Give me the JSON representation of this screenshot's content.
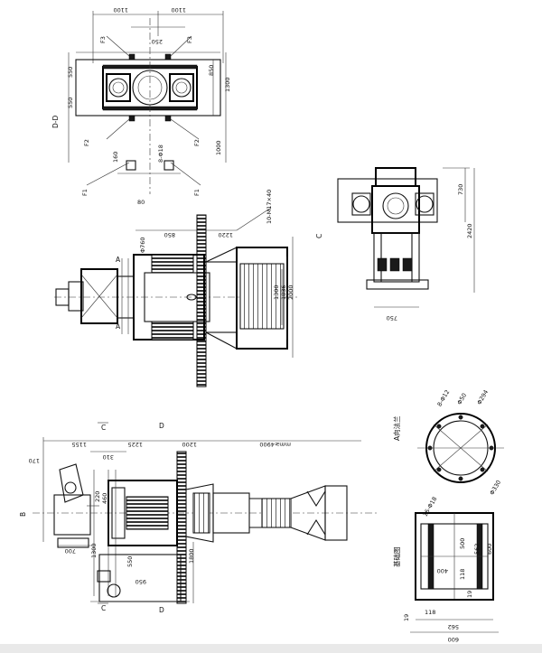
{
  "top_view": {
    "dims_top": [
      "1100",
      "1100"
    ],
    "dim_250": "250",
    "dim_550_left": "550",
    "dim_550_right": "550",
    "dim_1300": "1300",
    "dim_850": "850",
    "dim_1000": "1000",
    "dim_160": "160",
    "holes": "8-Φ18",
    "dim_80": "80",
    "left_dim": "1300",
    "section_marker": "D-D",
    "labels": [
      "F3",
      "F3",
      "F2",
      "F2",
      "F1",
      "F1"
    ]
  },
  "main_view": {
    "flange": "Φ760",
    "dim_850": "850",
    "dim_1220": "1220",
    "bolt_note": "10-M17×40",
    "dim_1300": "1300",
    "dim_1836": "1836",
    "dim_2000": "2000",
    "arrow_a": "A"
  },
  "end_view": {
    "marker": "C",
    "dim_730": "730",
    "dim_2420": "2420",
    "dim_750": "750"
  },
  "bottom_view": {
    "section_b": "B",
    "c_top": "C",
    "d_top": "D",
    "c_bottom": "C",
    "d_bottom": "D",
    "dims_top": [
      "1155",
      "1225",
      "1200",
      "mm≥4900"
    ],
    "dim_310": "310",
    "dim_170": "170",
    "dim_220": "220",
    "dim_460": "460",
    "dim_700": "700",
    "dim_1300": "1300",
    "dim_550": "550",
    "dim_1800": "1800",
    "dim_950": "950"
  },
  "flange_a": {
    "title": "A向法兰",
    "holes": "8-Φ12",
    "d1": "Φ50",
    "d2": "Φ294",
    "d3": "Φ330"
  },
  "base_view": {
    "title": "基础图",
    "holes": "16-Φ18",
    "dim_500": "500",
    "dim_400": "400",
    "dim_562": "562",
    "dim_600": "600",
    "dim_118": "118",
    "dim_19": "19",
    "bottom_562": "562",
    "bottom_600": "600",
    "left_19": "19",
    "lbl_118": "118"
  }
}
